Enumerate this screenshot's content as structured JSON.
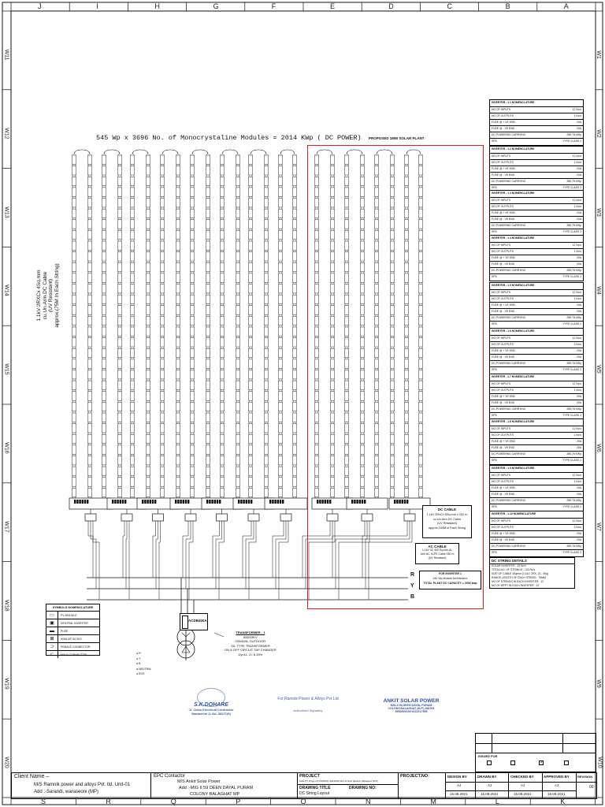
{
  "title": {
    "headline": "545 Wp x 3696    No. of Monocrystaline Modules = 2014 KWp ( DC POWER)",
    "proposed": "PROPOSED 1MW SOLAR PLANT"
  },
  "grid": {
    "top_letters": [
      "J",
      "I",
      "H",
      "G",
      "F",
      "E",
      "D",
      "C",
      "B",
      "A"
    ],
    "bottom_letters": [
      "S",
      "R",
      "Q",
      "P",
      "O",
      "N",
      "M",
      "L",
      "K"
    ],
    "left_rows": [
      "W11",
      "W12",
      "W13",
      "W14",
      "W15",
      "W16",
      "W17",
      "W18",
      "W19",
      "W20"
    ],
    "right_rows": [
      "W1",
      "W2",
      "W3",
      "W4",
      "W5",
      "W6",
      "W7",
      "W8",
      "W9",
      "W10"
    ]
  },
  "cable_note": {
    "lines": [
      "1.1kV 2RXCx 4Sq.mm",
      "cu.Un.Arm.DC Cable",
      "(UV Resistant)",
      "approx.(75M In Each String)"
    ]
  },
  "nomenclature": {
    "row_labels": [
      "NO OF INPUTS",
      "NO OF OUTPUTS",
      "FUSE @ + VE END",
      "FUSE @ - VE END",
      "DC POWERING CARRYING",
      "SPD"
    ],
    "row_values": [
      "12 No's",
      "1 No's",
      "20A",
      "20A",
      "285.78 KWp",
      "TYPE CLASS 2"
    ],
    "titles": [
      "INVERTER - 1.1 NOMENCLATURE",
      "INVERTER - 1.2 NOMENCLATURE",
      "INVERTER - 1.3 NOMENCLATURE",
      "INVERTER - 1.4 NOMENCLATURE",
      "INVERTER - 1.5 NOMENCLATURE",
      "INVERTER - 1.6 NOMENCLATURE",
      "INVERTER - 1.7 NOMENCLATURE",
      "INVERTER - 1.8 NOMENCLATURE",
      "INVERTER - 1.9 NOMENCLATURE",
      "INVERTER - 1.10 NOMENCLATURE"
    ]
  },
  "dc_string": {
    "title": "DC STRING DETAILS",
    "lines": [
      "SOLAR INVERTER : 15 No's",
      "TOTAL NO. OF STRINGS : 132 No's",
      "SIZE OF CABLE 4Sqmm (1.1kV, 2RX, 2C, 4Sq)",
      "RANGE LENGTH OF EACH STRING : 75MM",
      "NO OF STRINGS IN EACH INVERTER : 12",
      "NO OF MPPT IN EACH INVERTER : 12"
    ]
  },
  "dc_cable_box": {
    "title": "DC CABLE",
    "lines": [
      "1.1kV 2RxCx 6Sq.mm x 152 m",
      "cu.Un.Arm.DC Cable",
      "(UV Resistant)",
      "approx.150M in Each String"
    ]
  },
  "ac_cable_box": {
    "title": "AC CABLE",
    "lines": [
      "1.1kV 3C 400 Sq.mm AL",
      "Arm AC XLPE Cable 150 m",
      "(UV Resistant)"
    ]
  },
  "inverter_note": {
    "lines": [
      "FOR INVERTER 1",
      "340 Wp Module Architecture",
      "TOTAL PLANT DC CAPACITY = 2000 kwp"
    ]
  },
  "phases": [
    "R",
    "Y",
    "B"
  ],
  "acdb": "ACDB400A",
  "transformer": {
    "title": "TRANSFORMER - 1",
    "lines": [
      "800/33KV",
      "2000kVA, OUTDOOR",
      "OIL TYPE TRANSFORMER",
      "ON & OFF CIRCUIT TAP CHANGER",
      "Dyn11, Z= 6.25%"
    ]
  },
  "legend": {
    "title": "SYMBOLS NOMENCLATURE",
    "items": [
      "PV MODULE",
      "CENTRAL INVERTER",
      "FUSE",
      "400A DP, 50 SEC",
      "FEMALE CONNECTOR",
      "MALE CONNECTOR"
    ]
  },
  "tx_list": [
    "R",
    "Y",
    "B",
    "NEUTRAL",
    "EGS"
  ],
  "stamps": {
    "s1_name": "S.K.DOHARE",
    "s1_sub": "'A' Class Electrical Contractor",
    "s1_sub2": "Waraseoni (L.No.-3827/16)",
    "s2_name": "For,Ramnik Power & Alloys Pvt Ltd",
    "s2_sub": "Authorised Signatory",
    "s3_name": "ANKIT SOLAR POWER",
    "s3_l1": "MIG-II 59,DEEN DAYAL PURAM",
    "s3_l2": "COLONY,BALAGHAT (M.P.) 481001",
    "s3_l3": "9993909199,9131617955"
  },
  "issued_for": "ISSUED FOR",
  "title_block": {
    "client_label": "Client Name –",
    "client_name": "M/S Ramnik power and alloys Pvt. ltd. Unit-01",
    "client_add": "Add :-Sarandi, waraseoni (MP)",
    "epc_label": "EPC Contactor",
    "epc_name": "M/S Ankit Solar Power",
    "epc_add1": "Add :-MIG II 59 DEEN DAYAL PURAM",
    "epc_add2": "COLONY BALAGHAT MP",
    "project_label": "PROJECT",
    "project_desc": "Solar PV Project Of 1000KWp (2014KWp DC) At Roof Sarandi, Waraseoni (M.P.)",
    "project_no_label": "PROJECT.NO:",
    "drawing_title_label": "DRAWING TITLE",
    "drawing_title": "DC String Layout",
    "drawing_no_label": "DRAWING NO:",
    "design_by": "DESIGN BY",
    "drawn_by": "DRAWN BY",
    "checked_by": "CHECKED BY",
    "approved_by": "APPROVED BY",
    "revision": "REVISION",
    "initials": "AJ",
    "date": "15.08.2021",
    "rev_no": "00"
  },
  "colors": {
    "line": "#111111",
    "red_box": "#d81e1e"
  }
}
